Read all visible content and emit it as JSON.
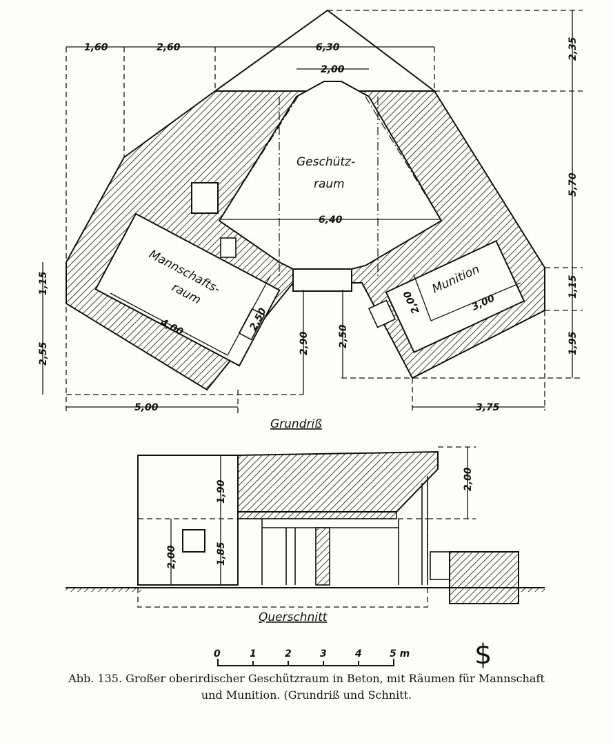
{
  "plan": {
    "title": "Grundriß",
    "rooms": {
      "gun": [
        "Geschütz-",
        "raum"
      ],
      "crew": [
        "Mannschafts-",
        "raum"
      ],
      "ammo": "Munition"
    },
    "dims": {
      "top_a": "1,60",
      "top_b": "2,60",
      "top_c": "6,30",
      "top_inner": "2,00",
      "inner_width": "6,40",
      "crew_len": "4,00",
      "crew_w": "2,50",
      "ammo_len": "3,00",
      "ammo_w": "2,00",
      "right_a": "2,35",
      "right_b": "5,70",
      "right_c": "1,15",
      "right_d": "1,95",
      "left_a": "1,15",
      "left_b": "2,55",
      "mid_a": "2,90",
      "mid_b": "2,50",
      "bottom_a": "5,00",
      "bottom_b": "3,75"
    }
  },
  "section": {
    "title": "Querschnitt",
    "dims": {
      "h1": "1,90",
      "h2": "1,85",
      "h3": "2,00",
      "h4": "2,00"
    }
  },
  "scale": {
    "ticks": [
      "0",
      "1",
      "2",
      "3",
      "4",
      "5 m"
    ]
  },
  "monogram": "$",
  "caption": {
    "line1": "Abb. 135.  Großer oberirdischer Geschützraum in Beton, mit Räumen für Mannschaft",
    "line2": "und Munition.  (Grundriß und Schnitt."
  }
}
